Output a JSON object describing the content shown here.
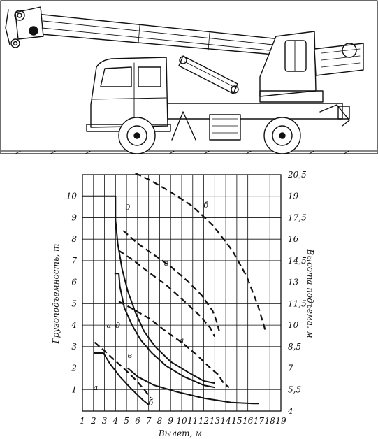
{
  "figure": {
    "type": "crane illustration with load-capacity and lifting-height chart",
    "drawing_subject": "truck crane with telescopic boom"
  },
  "chart_data": {
    "type": "line",
    "xlabel": "Вылет, м",
    "ylabel": "Грузоподъемность, т",
    "y2label": "Высота подъема, м",
    "x_ticks": [
      1,
      2,
      3,
      4,
      5,
      6,
      7,
      8,
      9,
      10,
      11,
      12,
      13,
      14,
      15,
      16,
      17,
      18,
      19
    ],
    "y_ticks": [
      1,
      2,
      3,
      4,
      5,
      6,
      7,
      8,
      9,
      10
    ],
    "y2_ticks": [
      "4",
      "5,5",
      "7",
      "8,5",
      "10",
      "11,5",
      "13",
      "14,5",
      "16",
      "17,5",
      "19",
      "20,5"
    ],
    "xlim": [
      1,
      19
    ],
    "ylim": [
      0,
      11
    ],
    "grid": true,
    "series": [
      {
        "name": "а",
        "style": "solid",
        "axis": "left",
        "points": [
          [
            2,
            2.7
          ],
          [
            2.9,
            2.7
          ],
          [
            3.5,
            2.2
          ],
          [
            4.4,
            1.6
          ],
          [
            5.5,
            1.0
          ],
          [
            6.5,
            0.5
          ],
          [
            7,
            0.3
          ]
        ]
      },
      {
        "name": "д",
        "style": "solid",
        "axis": "left",
        "points": [
          [
            1,
            10
          ],
          [
            4,
            10
          ],
          [
            4,
            8.9
          ],
          [
            4.2,
            7.8
          ],
          [
            4.6,
            6.6
          ],
          [
            5.1,
            5.6
          ],
          [
            5.8,
            4.6
          ],
          [
            6.6,
            3.7
          ],
          [
            7.6,
            3.0
          ],
          [
            9,
            2.3
          ],
          [
            10.6,
            1.8
          ],
          [
            12,
            1.4
          ],
          [
            13,
            1.3
          ]
        ]
      },
      {
        "name": "в",
        "style": "solid",
        "axis": "left",
        "points": [
          [
            3.9,
            6.4
          ],
          [
            4.3,
            6.4
          ],
          [
            4.4,
            5.8
          ],
          [
            4.8,
            4.8
          ],
          [
            5.5,
            4.0
          ],
          [
            6.3,
            3.3
          ],
          [
            7.3,
            2.7
          ],
          [
            8.6,
            2.1
          ],
          [
            10.2,
            1.6
          ],
          [
            12,
            1.2
          ],
          [
            13,
            1.1
          ]
        ]
      },
      {
        "name": "б",
        "style": "solid",
        "axis": "left",
        "points": [
          [
            5.1,
            2.0
          ],
          [
            6,
            1.6
          ],
          [
            7.5,
            1.2
          ],
          [
            9.5,
            0.9
          ],
          [
            12,
            0.6
          ],
          [
            14.5,
            0.4
          ],
          [
            16.5,
            0.35
          ],
          [
            17,
            0.35
          ]
        ]
      },
      {
        "name": "а",
        "style": "dashed",
        "axis": "right",
        "points": [
          [
            2.1,
            8.8
          ],
          [
            3,
            8.2
          ],
          [
            4,
            7.5
          ],
          [
            5,
            6.8
          ],
          [
            5.8,
            6.2
          ],
          [
            6.6,
            5.5
          ],
          [
            7.2,
            4.9
          ]
        ]
      },
      {
        "name": "д",
        "style": "dashed",
        "axis": "right",
        "points": [
          [
            4.3,
            15.2
          ],
          [
            5.5,
            14.6
          ],
          [
            7,
            13.7
          ],
          [
            8.6,
            12.8
          ],
          [
            10.2,
            11.7
          ],
          [
            11.6,
            10.7
          ],
          [
            12.6,
            9.8
          ],
          [
            13,
            9.2
          ]
        ]
      },
      {
        "name": "в",
        "style": "dashed",
        "axis": "right",
        "points": [
          [
            4.7,
            16.6
          ],
          [
            6,
            15.7
          ],
          [
            7.5,
            14.9
          ],
          [
            9,
            14.1
          ],
          [
            10.5,
            13.1
          ],
          [
            11.8,
            12.1
          ],
          [
            12.8,
            11.0
          ],
          [
            13.2,
            10.2
          ],
          [
            13.4,
            9.6
          ]
        ]
      },
      {
        "name": "б",
        "style": "dashed",
        "axis": "right",
        "points": [
          [
            5.8,
            20.6
          ],
          [
            7.2,
            20.1
          ],
          [
            9,
            19.3
          ],
          [
            11,
            18.3
          ],
          [
            12.9,
            16.9
          ],
          [
            14.6,
            15.2
          ],
          [
            15.9,
            13.4
          ],
          [
            16.9,
            11.4
          ],
          [
            17.6,
            9.6
          ]
        ]
      },
      {
        "name": "",
        "style": "dashed",
        "axis": "left",
        "points": [
          [
            4.3,
            5.1
          ],
          [
            5.4,
            4.8
          ],
          [
            7.1,
            4.3
          ],
          [
            8.6,
            3.7
          ],
          [
            10,
            3.2
          ],
          [
            11.4,
            2.6
          ],
          [
            12.6,
            2.0
          ],
          [
            13.3,
            1.7
          ],
          [
            13.8,
            1.3
          ],
          [
            14.3,
            1.1
          ]
        ]
      }
    ],
    "labels": [
      {
        "text": "а",
        "x": 2.2,
        "y": 1.1
      },
      {
        "text": "а",
        "x": 3.4,
        "y": 4.0
      },
      {
        "text": "д",
        "x": 5.1,
        "y": 9.5
      },
      {
        "text": "д",
        "x": 4.2,
        "y": 4.0
      },
      {
        "text": "б",
        "x": 12.2,
        "y": 9.6
      },
      {
        "text": "б",
        "x": 7.2,
        "y": 0.4
      },
      {
        "text": "в",
        "x": 8.6,
        "y": 6.9
      },
      {
        "text": "в",
        "x": 5.3,
        "y": 2.6
      },
      {
        "text": "а",
        "x": 10.0,
        "y": 3.3
      }
    ]
  }
}
